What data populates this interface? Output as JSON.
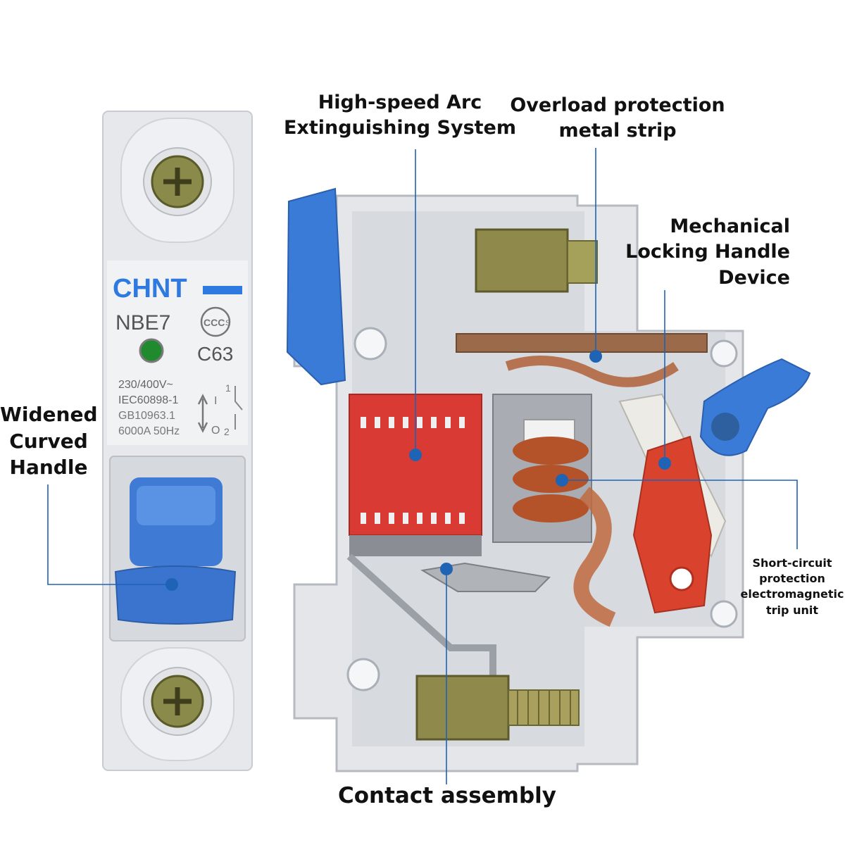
{
  "breaker": {
    "brand": "CHNT",
    "model": "NBE7",
    "cert_mark": "CCC",
    "cert_sub": "S",
    "rating": "C63",
    "spec_lines": [
      "230/400V~",
      "IEC60898-1",
      "GB10963.1",
      "6000A  50Hz"
    ],
    "switch_on": "I",
    "switch_off": "O",
    "pin_top": "1",
    "pin_bottom": "2"
  },
  "callouts": {
    "handle": [
      "Widened",
      "Curved",
      "Handle"
    ],
    "arc": [
      "High-speed Arc",
      "Extinguishing System"
    ],
    "overload": [
      "Overload protection",
      "metal strip"
    ],
    "locking": [
      "Mechanical",
      "Locking Handle",
      "Device"
    ],
    "short_circuit": [
      "Short-circuit",
      "protection",
      "electromagnetic",
      "trip unit"
    ],
    "contact": "Contact assembly"
  },
  "colors": {
    "breaker_body": "#e8eaee",
    "handle_blue": "#3a78d6",
    "arc_chute_red": "#d93a34",
    "coil_copper": "#b4532a",
    "brand_blue": "#2f7ae0",
    "callout_line": "#1f63b5"
  }
}
